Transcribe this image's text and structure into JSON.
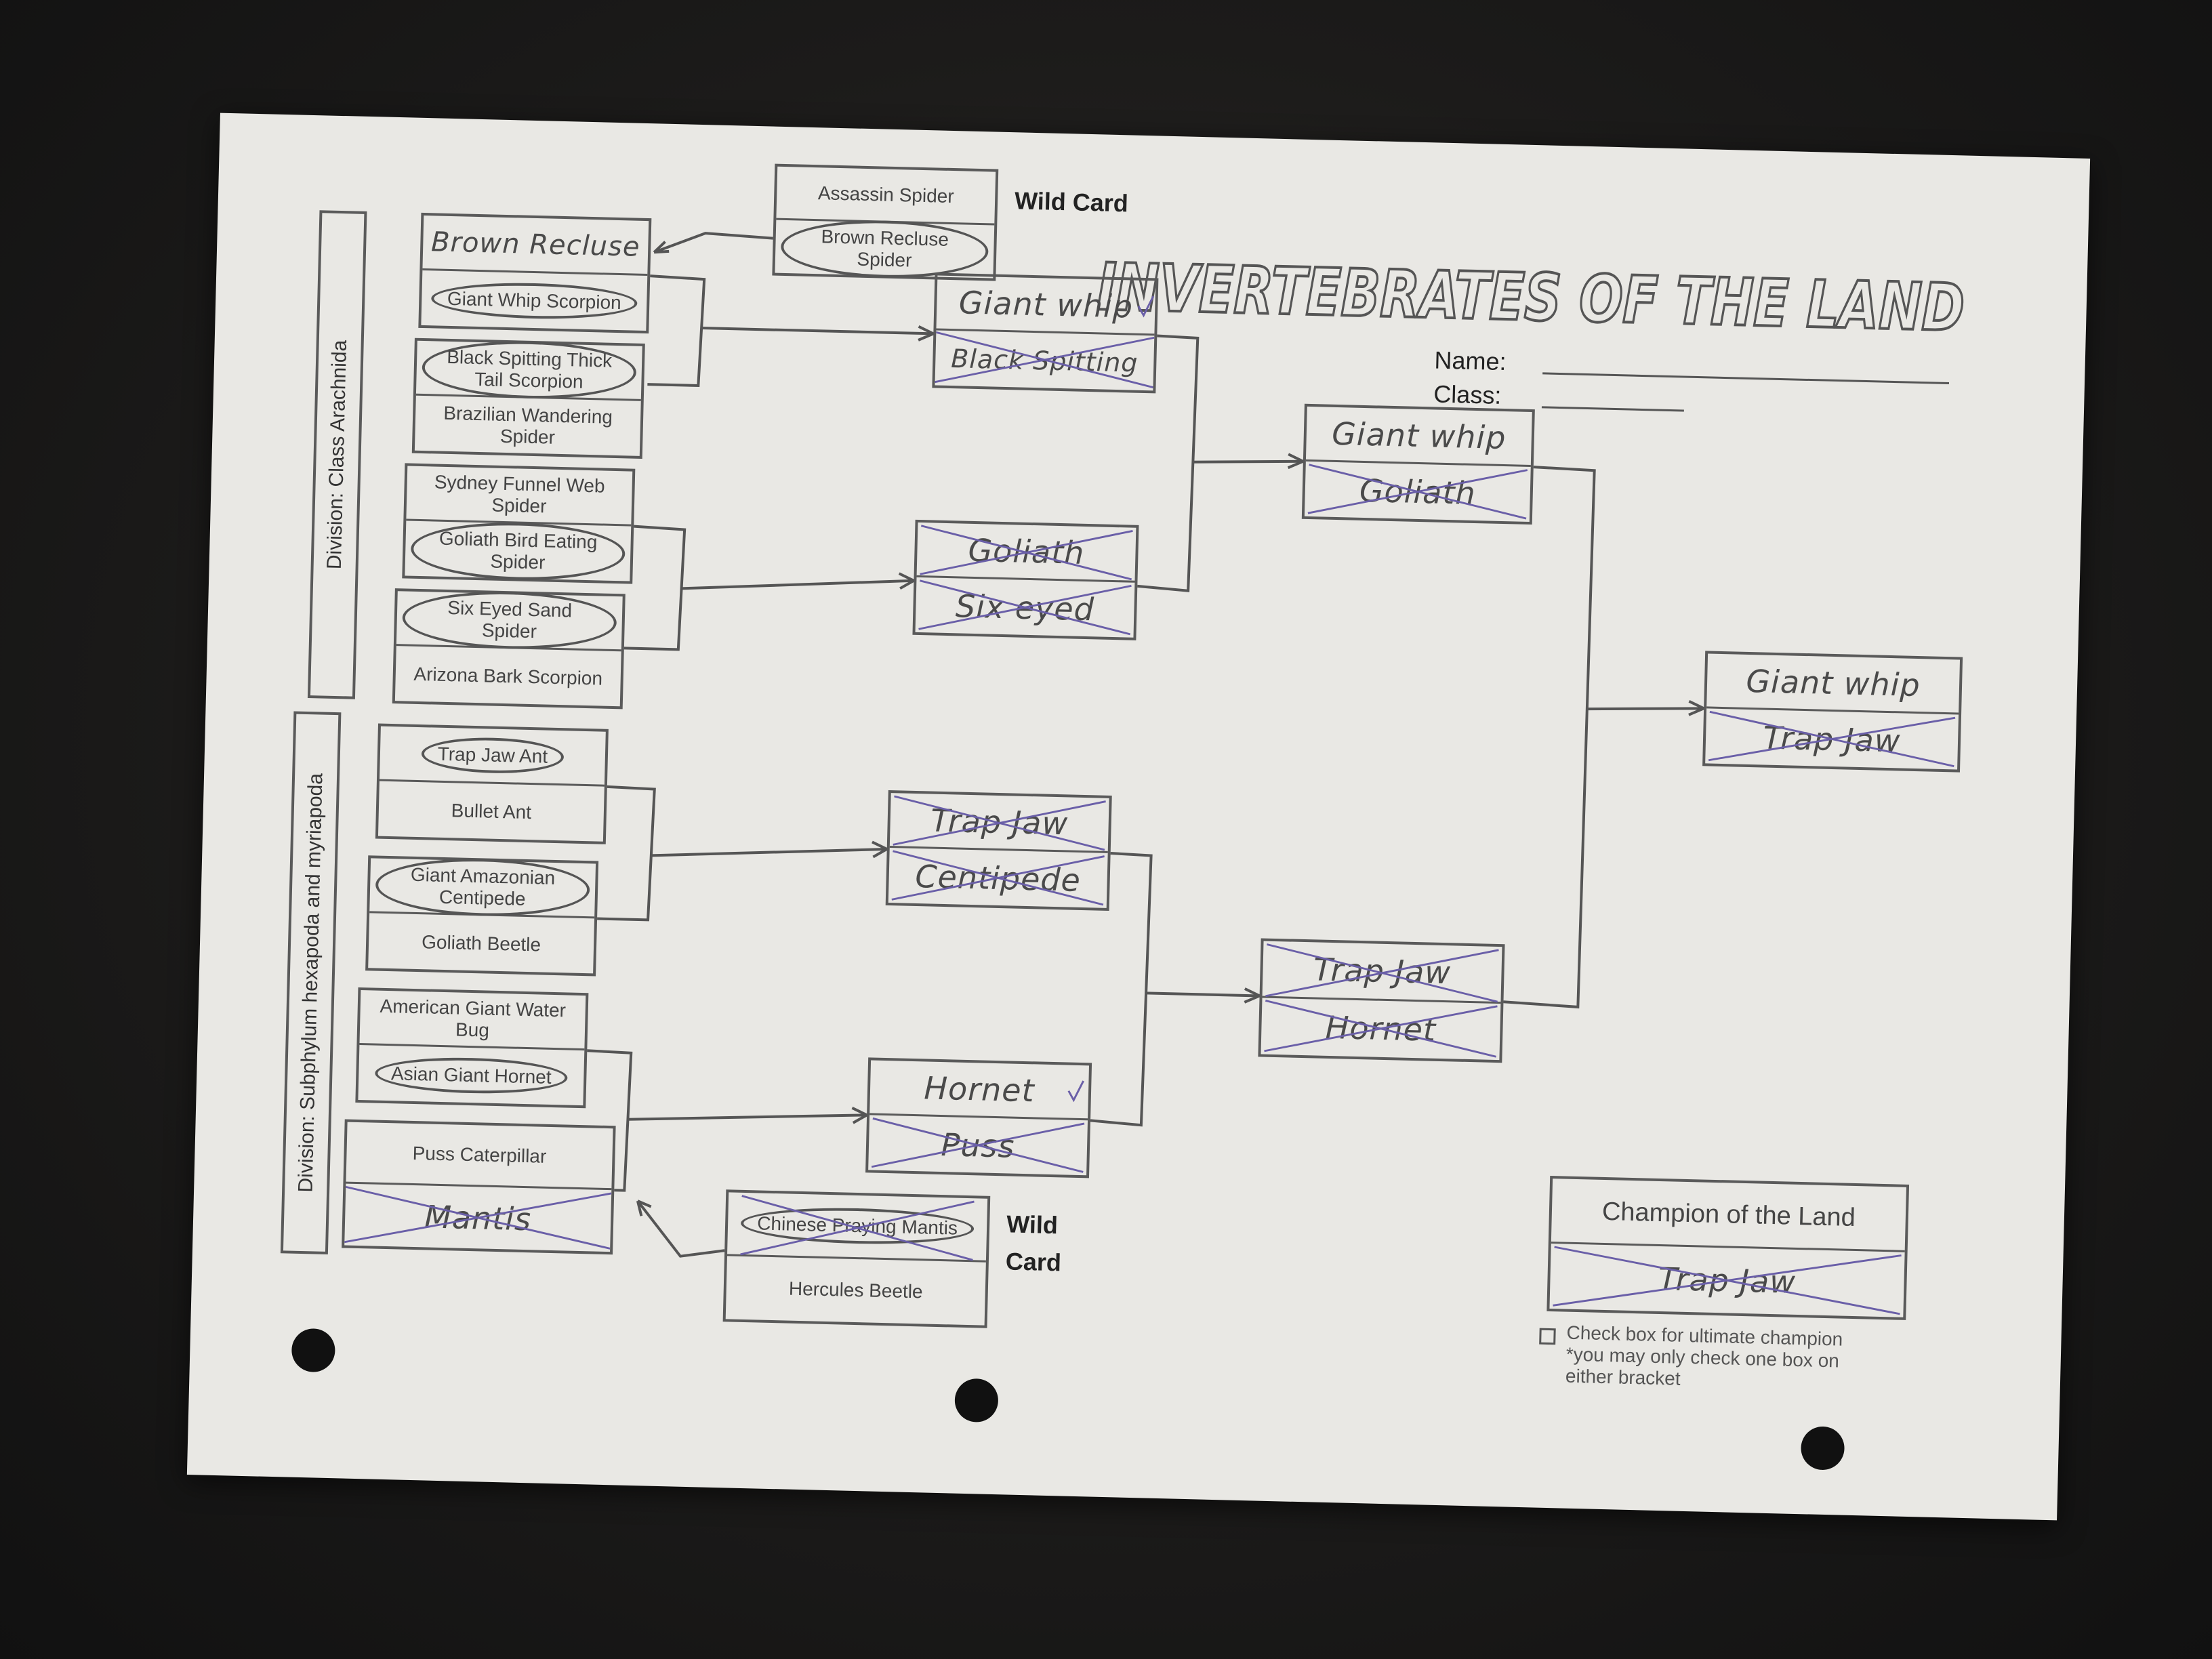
{
  "title": "INVERTEBRATES OF THE LAND",
  "form": {
    "name_label": "Name:",
    "class_label": "Class:"
  },
  "divisions": {
    "arachnida": "Division: Class Arachnida",
    "hexapoda": "Division: Subphylum hexapoda and myriapoda"
  },
  "wildcard_top": {
    "label": "Wild Card",
    "entry1": "Assassin Spider",
    "entry2": "Brown Recluse Spider"
  },
  "wildcard_bottom": {
    "label_line1": "Wild",
    "label_line2": "Card",
    "entry1": "Chinese Praying Mantis",
    "entry2": "Hercules Beetle"
  },
  "round1": [
    {
      "top": "Brown Recluse",
      "bottom": "Giant Whip Scorpion"
    },
    {
      "top": "Black Spitting Thick Tail Scorpion",
      "bottom": "Brazilian Wandering Spider"
    },
    {
      "top": "Sydney Funnel Web Spider",
      "bottom": "Goliath Bird Eating Spider"
    },
    {
      "top": "Six Eyed Sand Spider",
      "bottom": "Arizona Bark Scorpion"
    },
    {
      "top": "Trap Jaw Ant",
      "bottom": "Bullet Ant"
    },
    {
      "top": "Giant Amazonian Centipede",
      "bottom": "Goliath Beetle"
    },
    {
      "top": "American Giant Water Bug",
      "bottom": "Asian Giant Hornet"
    },
    {
      "top": "Puss Caterpillar",
      "bottom": "Mantis"
    }
  ],
  "round2": [
    {
      "top": "Giant whip",
      "bottom": "Black Spitting"
    },
    {
      "top": "Goliath",
      "bottom": "Six eyed"
    },
    {
      "top": "Trap Jaw",
      "bottom": "Centipede"
    },
    {
      "top": "Hornet",
      "bottom": "Puss"
    }
  ],
  "round3": [
    {
      "top": "Giant whip",
      "bottom": "Goliath"
    },
    {
      "top": "Trap Jaw",
      "bottom": "Hornet"
    }
  ],
  "final": {
    "top": "Giant whip",
    "bottom": "Trap Jaw"
  },
  "champion": {
    "heading": "Champion of the Land",
    "value": "Trap Jaw",
    "note_line1": "Check box for ultimate champion",
    "note_line2": "*you may only check one box on",
    "note_line3": "either bracket"
  },
  "colors": {
    "pencil": "#4a4a4a",
    "pen_purple": "#6a5fa8",
    "paper": "#e9e8e4"
  }
}
